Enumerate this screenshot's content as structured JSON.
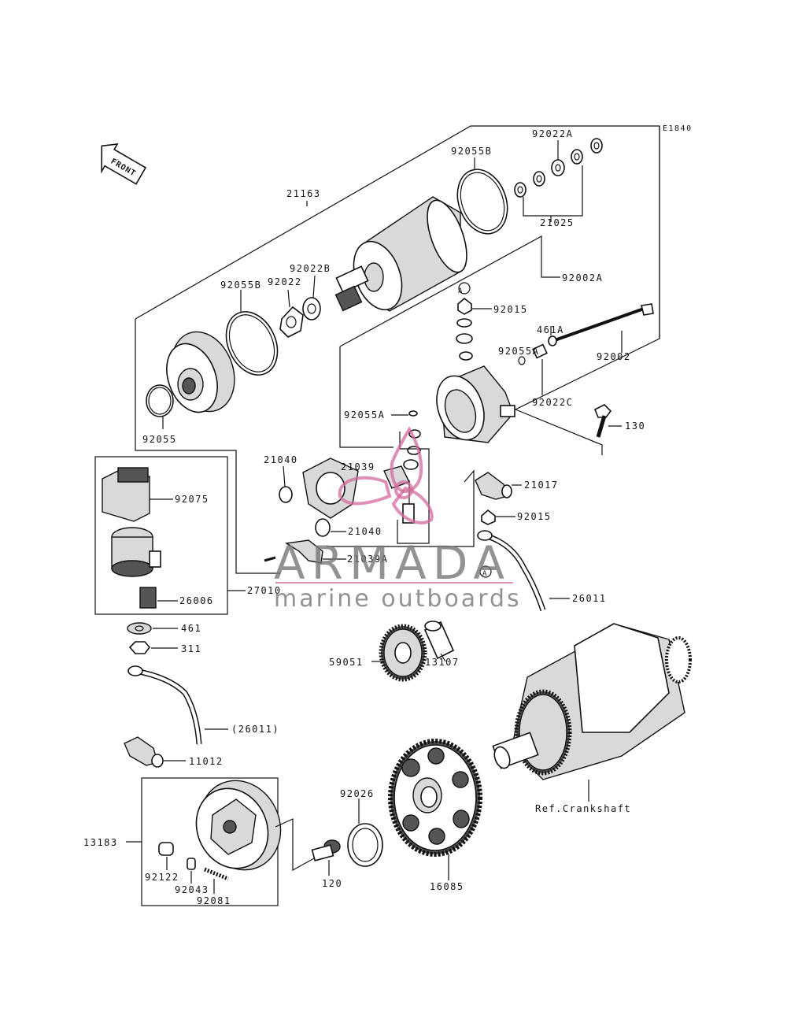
{
  "diagram": {
    "code": "E1840",
    "front": "FRONT",
    "ref": "Ref.Crankshaft",
    "parts": {
      "p21163": "21163",
      "p92055B_top": "92055B",
      "p92022A": "92022A",
      "p21025": "21025",
      "p92002A": "92002A",
      "p92055B": "92055B",
      "p92022": "92022",
      "p92022B": "92022B",
      "p92015_top": "92015",
      "p461A": "461A",
      "p92055A_r": "92055A",
      "p92002": "92002",
      "p92022C": "92022C",
      "p130": "130",
      "p92055": "92055",
      "p92055A_l": "92055A",
      "p21040_top": "21040",
      "p21039": "21039",
      "p21017": "21017",
      "p92075": "92075",
      "p92015_mid": "92015",
      "p21040_mid": "21040",
      "p21039A": "21039A",
      "p27010": "27010",
      "p26006": "26006",
      "p26011": "26011",
      "p461": "461",
      "p311": "311",
      "p59051": "59051",
      "p13107": "13107",
      "p26011_paren": "(26011)",
      "p11012": "11012",
      "p92026": "92026",
      "p13183": "13183",
      "p120": "120",
      "p16085": "16085",
      "p92122": "92122",
      "p92043": "92043",
      "p92081": "92081",
      "marker_a": "A"
    }
  },
  "watermark": {
    "brand": "ARMADA",
    "tagline": "marine outboards",
    "accent": "#d46a9c"
  }
}
